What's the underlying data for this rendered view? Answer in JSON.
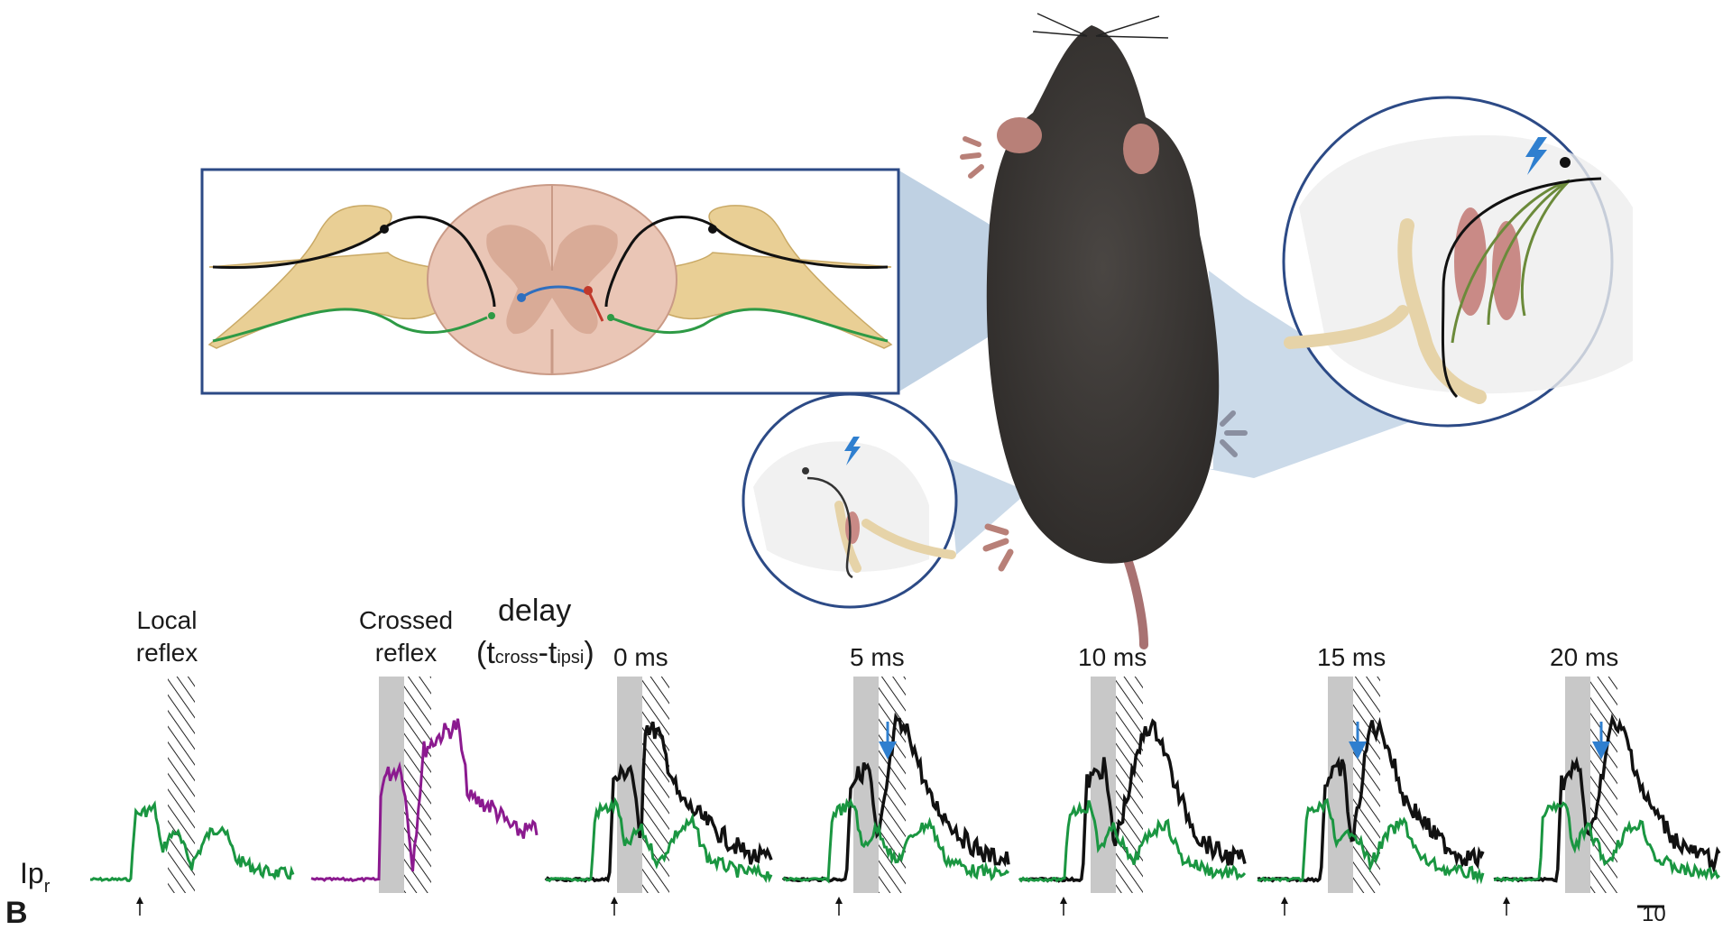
{
  "labels": {
    "local_reflex_line1": "Local",
    "local_reflex_line2": "reflex",
    "crossed_reflex_line1": "Crossed",
    "crossed_reflex_line2": "reflex",
    "delay": "delay",
    "delay_formula_open": "(t",
    "delay_formula_cross": "cross",
    "delay_formula_mid": "-t",
    "delay_formula_ipsi": "ipsi",
    "delay_formula_close": ")",
    "y_label_main": "Ip",
    "y_label_sub": "r",
    "panel_letter": "B",
    "scale_partial": "10"
  },
  "delays": [
    "0 ms",
    "5 ms",
    "10 ms",
    "15 ms",
    "20 ms"
  ],
  "colors": {
    "local": "#1a9641",
    "crossed": "#8b1a8f",
    "combined": "#111111",
    "arrow": "#2f7fcf",
    "gray_box": "#c8c8c8",
    "nerve": "#e9cf95",
    "cord": "#e9c4b4",
    "mouse": "#3e3b38",
    "frame": "#2c4a86"
  },
  "icons": [
    "stimulus-bolt-icon",
    "stimulus-arrow-icon",
    "inhibition-arrow-icon"
  ]
}
